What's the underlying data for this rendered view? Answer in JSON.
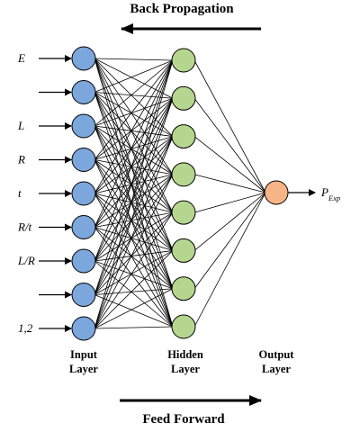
{
  "titles": {
    "back_propagation": "Back Propagation",
    "feed_forward": "Feed Forward"
  },
  "layers": {
    "input": {
      "line1": "Input",
      "line2": "Layer",
      "node_count": 9,
      "color": "#7ba7dc"
    },
    "hidden": {
      "line1": "Hidden",
      "line2": "Layer",
      "node_count": 8,
      "color": "#b5d68e"
    },
    "output": {
      "line1": "Output",
      "line2": "Layer",
      "node_count": 1,
      "color": "#f6b487"
    }
  },
  "inputs": [
    {
      "label": "E"
    },
    {
      "label": ""
    },
    {
      "label": "L"
    },
    {
      "label": "R"
    },
    {
      "label": "t"
    },
    {
      "label": "R/t"
    },
    {
      "label": "L/R"
    },
    {
      "label": ""
    },
    {
      "label": "1,2"
    }
  ],
  "output": {
    "label_main": "P",
    "label_sub": "Exp"
  },
  "colors": {
    "stroke": "#000000",
    "background": "#ffffff"
  }
}
